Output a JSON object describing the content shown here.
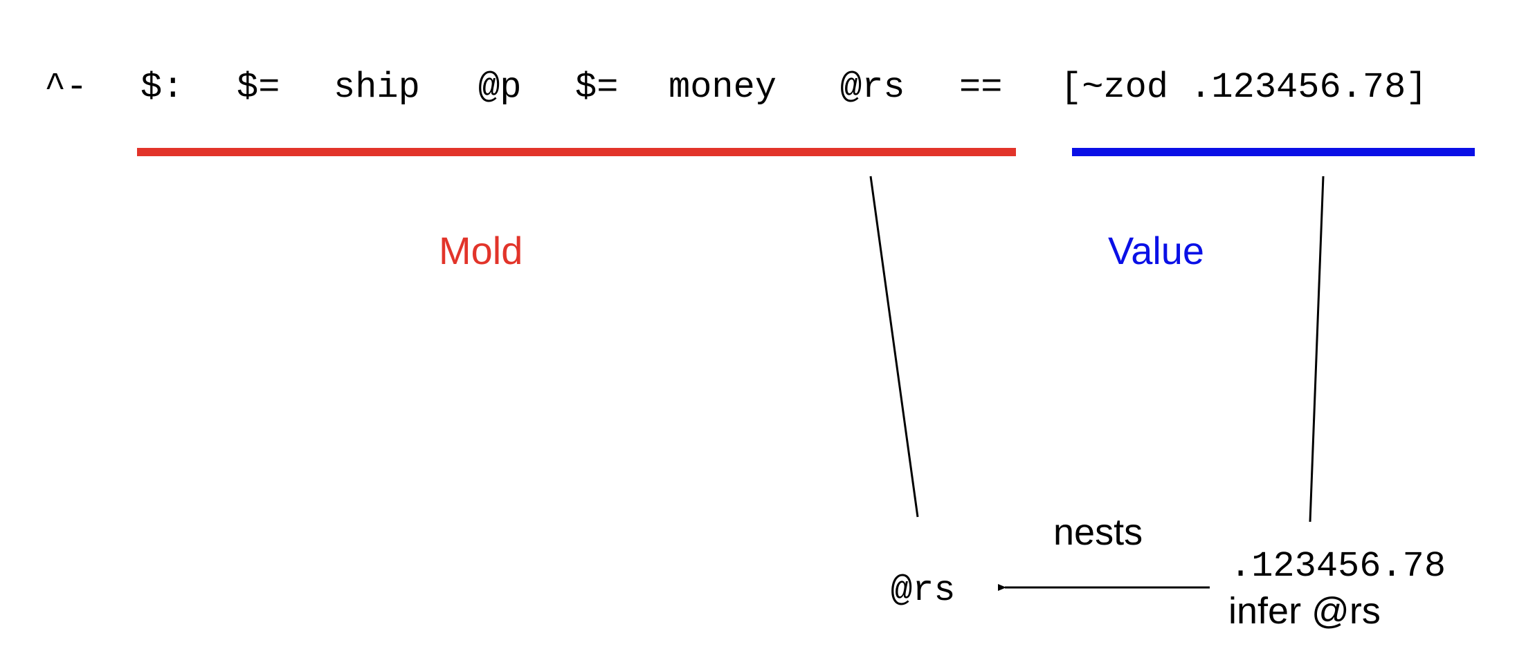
{
  "code_tokens": [
    "^-",
    "$:",
    "$=",
    "ship",
    "@p",
    "$=",
    "money",
    "@rs",
    "==",
    "[~zod .123456.78]"
  ],
  "mold_label": "Mold",
  "value_label": "Value",
  "mold_rs": "@rs",
  "value_literal": ".123456.78",
  "infer_label": "infer @rs",
  "nests_label": "nests",
  "colors": {
    "mold": "#e2342a",
    "value": "#0a10e6",
    "ink": "#000000"
  }
}
